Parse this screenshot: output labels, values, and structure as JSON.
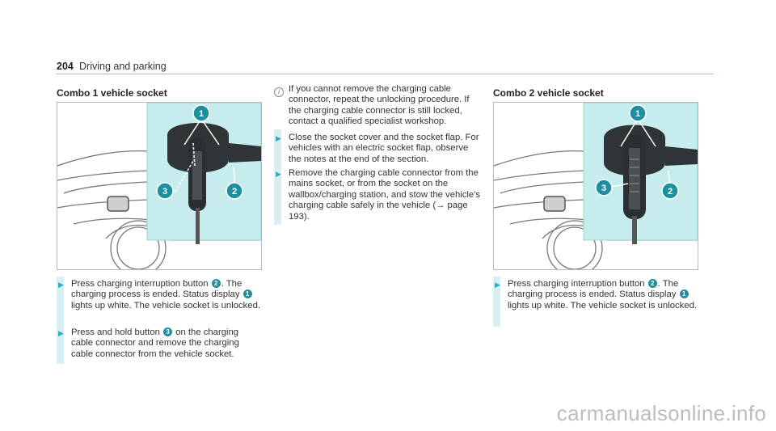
{
  "header": {
    "page_number": "204",
    "section": "Driving and parking"
  },
  "combo1": {
    "title": "Combo 1 vehicle socket",
    "callouts": [
      "1",
      "2",
      "3"
    ],
    "steps": [
      {
        "pre": "Press charging interruption button",
        "btn": "2",
        "mid": ". The charging process is ended. Status display",
        "disp": "1",
        "post": "lights up white. The vehicle socket is unlocked."
      },
      {
        "pre": "Press and hold button",
        "btn": "3",
        "post": "on the charging cable connector and remove the charging cable connector from the vehicle socket."
      }
    ]
  },
  "middle": {
    "info_icon": "i",
    "note": "If you cannot remove the charging cable connector, repeat the unlocking procedure. If the charging cable connector is still locked, contact a qualified specialist workshop.",
    "steps": [
      {
        "text": "Close the socket cover and the socket flap. For vehicles with an electric socket flap, observe the notes at the end of the section."
      },
      {
        "text": "Remove the charging cable connector from the mains socket, or from the socket on the wallbox/charging station, and stow the vehicle's charging cable safely in the vehicle",
        "ref": "(→ page 193)."
      }
    ]
  },
  "combo2": {
    "title": "Combo 2 vehicle socket",
    "callouts": [
      "1",
      "2",
      "3"
    ],
    "steps": [
      {
        "pre": "Press charging interruption button",
        "btn": "2",
        "mid": ". The charging process is ended. Status display",
        "disp": "1",
        "post": "lights up white. The vehicle socket is unlocked."
      }
    ]
  },
  "watermark": "carmanualsonline.info",
  "colors": {
    "accent": "#2bb0c0",
    "inset_bg": "#c6ecee",
    "callout": "#1f8fa0"
  }
}
